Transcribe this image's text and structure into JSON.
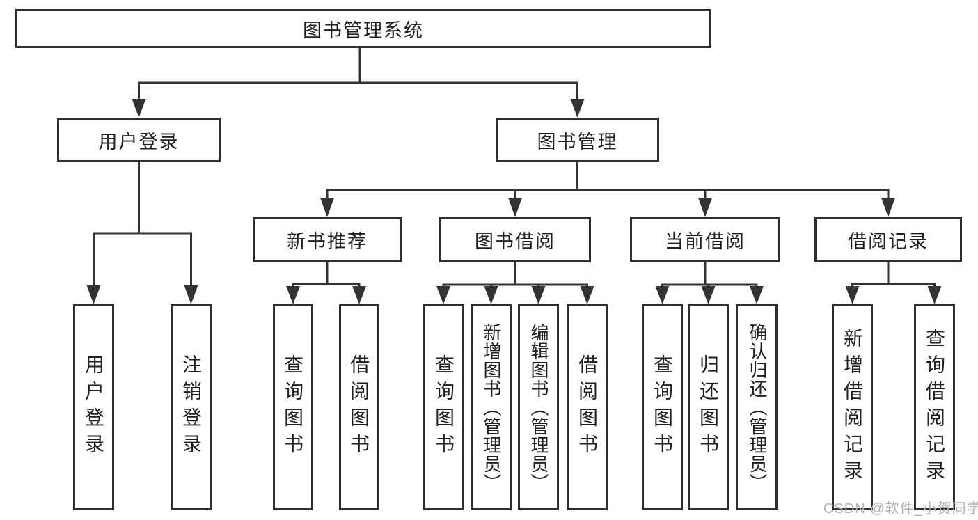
{
  "diagram": {
    "root": {
      "label": "图书管理系统"
    },
    "branches": {
      "user_login": {
        "label": "用户登录",
        "children": [
          {
            "label": "用户登录"
          },
          {
            "label": "注销登录"
          }
        ]
      },
      "book_mgmt": {
        "label": "图书管理",
        "children": [
          {
            "label": "新书推荐",
            "children": [
              {
                "label": "查询图书"
              },
              {
                "label": "借阅图书"
              }
            ]
          },
          {
            "label": "图书借阅",
            "children": [
              {
                "label": "查询图书"
              },
              {
                "label": "新增图书（管理员）"
              },
              {
                "label": "编辑图书（管理员）"
              },
              {
                "label": "借阅图书"
              }
            ]
          },
          {
            "label": "当前借阅",
            "children": [
              {
                "label": "查询图书"
              },
              {
                "label": "归还图书"
              },
              {
                "label": "确认归还（管理员）"
              }
            ]
          },
          {
            "label": "借阅记录",
            "children": [
              {
                "label": "新增借阅记录"
              },
              {
                "label": "查询借阅记录"
              }
            ]
          }
        ]
      }
    }
  },
  "watermark": {
    "text": "CSDN @软件_小贺同学"
  },
  "colors": {
    "line": "#333333",
    "box_border": "#2e2e2e",
    "text": "#1f1f1f",
    "watermark": "#b2b2b2",
    "background": "#ffffff"
  }
}
